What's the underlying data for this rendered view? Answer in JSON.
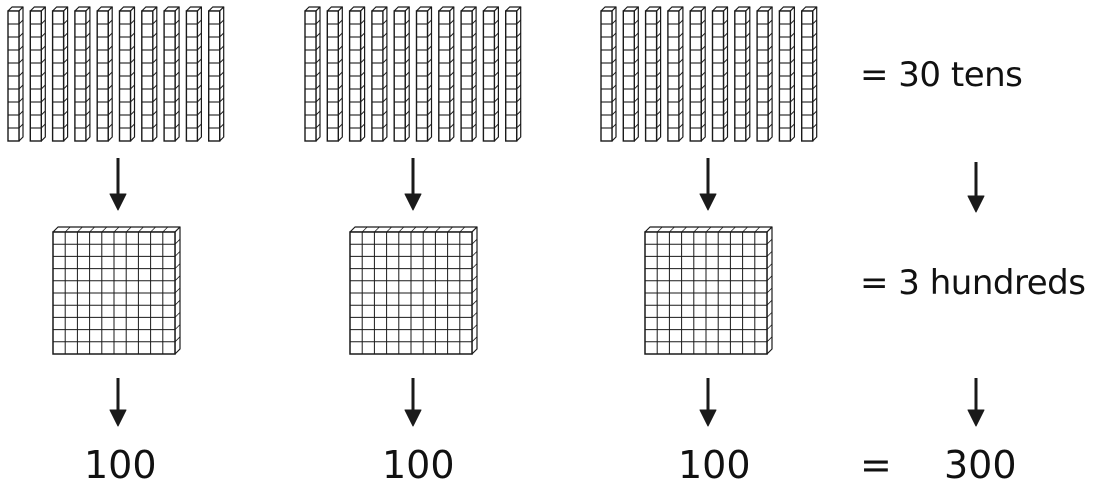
{
  "groups": [
    {
      "rods_count": 10,
      "flat_value": "100"
    },
    {
      "rods_count": 10,
      "flat_value": "100"
    },
    {
      "rods_count": 10,
      "flat_value": "100"
    }
  ],
  "equations": {
    "tens": "= 30 tens",
    "hundreds": "= 3 hundreds",
    "equals_sign": "=",
    "total": "300"
  },
  "colors": {
    "stroke": "#1a1a1a",
    "background": "#ffffff"
  }
}
